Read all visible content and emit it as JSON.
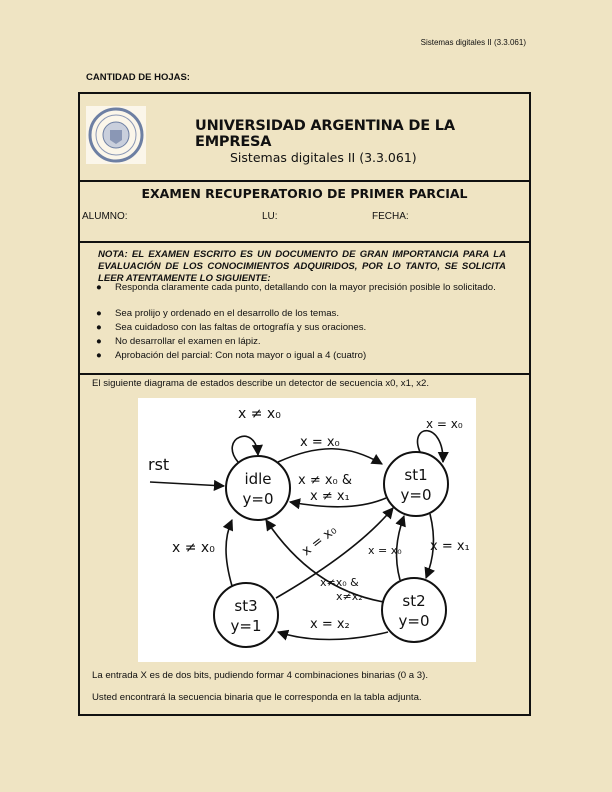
{
  "header": {
    "course_ref": "Sistemas digitales II (3.3.061)"
  },
  "sheets_label": "CANTIDAD DE HOJAS:",
  "university": "UNIVERSIDAD ARGENTINA DE LA EMPRESA",
  "subject": "Sistemas digitales II (3.3.061)",
  "exam_title": "EXAMEN RECUPERATORIO DE PRIMER PARCIAL",
  "fields": {
    "alumno": "ALUMNO:",
    "lu": "LU:",
    "fecha": "FECHA:"
  },
  "note": "NOTA: EL EXAMEN ESCRITO ES UN DOCUMENTO DE GRAN IMPORTANCIA PARA LA EVALUACIÓN DE LOS CONOCIMIENTOS ADQUIRIDOS, POR LO TANTO, SE SOLICITA LEER ATENTAMENTE LO SIGUIENTE:",
  "bullets": [
    "Responda claramente cada punto, detallando con la mayor precisión posible lo solicitado.",
    "Sea prolijo y ordenado en el desarrollo de los temas.",
    "Sea cuidadoso con las faltas de ortografía y sus oraciones.",
    "No desarrollar el examen en lápiz.",
    "Aprobación del parcial: Con nota mayor o igual a 4 (cuatro)"
  ],
  "intro": "El siguiente diagrama de estados describe un detector de secuencia x0, x1, x2.",
  "diagram": {
    "states": [
      {
        "name": "idle",
        "output": "y=0"
      },
      {
        "name": "st1",
        "output": "y=0"
      },
      {
        "name": "st2",
        "output": "y=0"
      },
      {
        "name": "st3",
        "output": "y=1"
      }
    ],
    "reset": "rst",
    "labels": {
      "idle_self": "x ≠ x₀",
      "idle_to_st1": "x = x₀",
      "st1_self": "x = x₀",
      "st1_to_idle_1": "x ≠ x₀ &",
      "st1_to_idle_2": "x ≠ x₁",
      "st3_to_idle": "x ≠ x₀",
      "st3_to_st1": "x = x₀",
      "st2_to_st1": "x = x₀",
      "st1_to_st2": "x = x₁",
      "st2_to_idle_1": "x≠x₀ &",
      "st2_to_idle_2": "x≠x₂",
      "st2_to_st3": "x = x₂"
    }
  },
  "para1": "La entrada X es de dos bits, pudiendo formar 4 combinaciones binarias (0 a 3).",
  "para2": "Usted encontrará la secuencia binaria que le corresponda en la tabla adjunta."
}
